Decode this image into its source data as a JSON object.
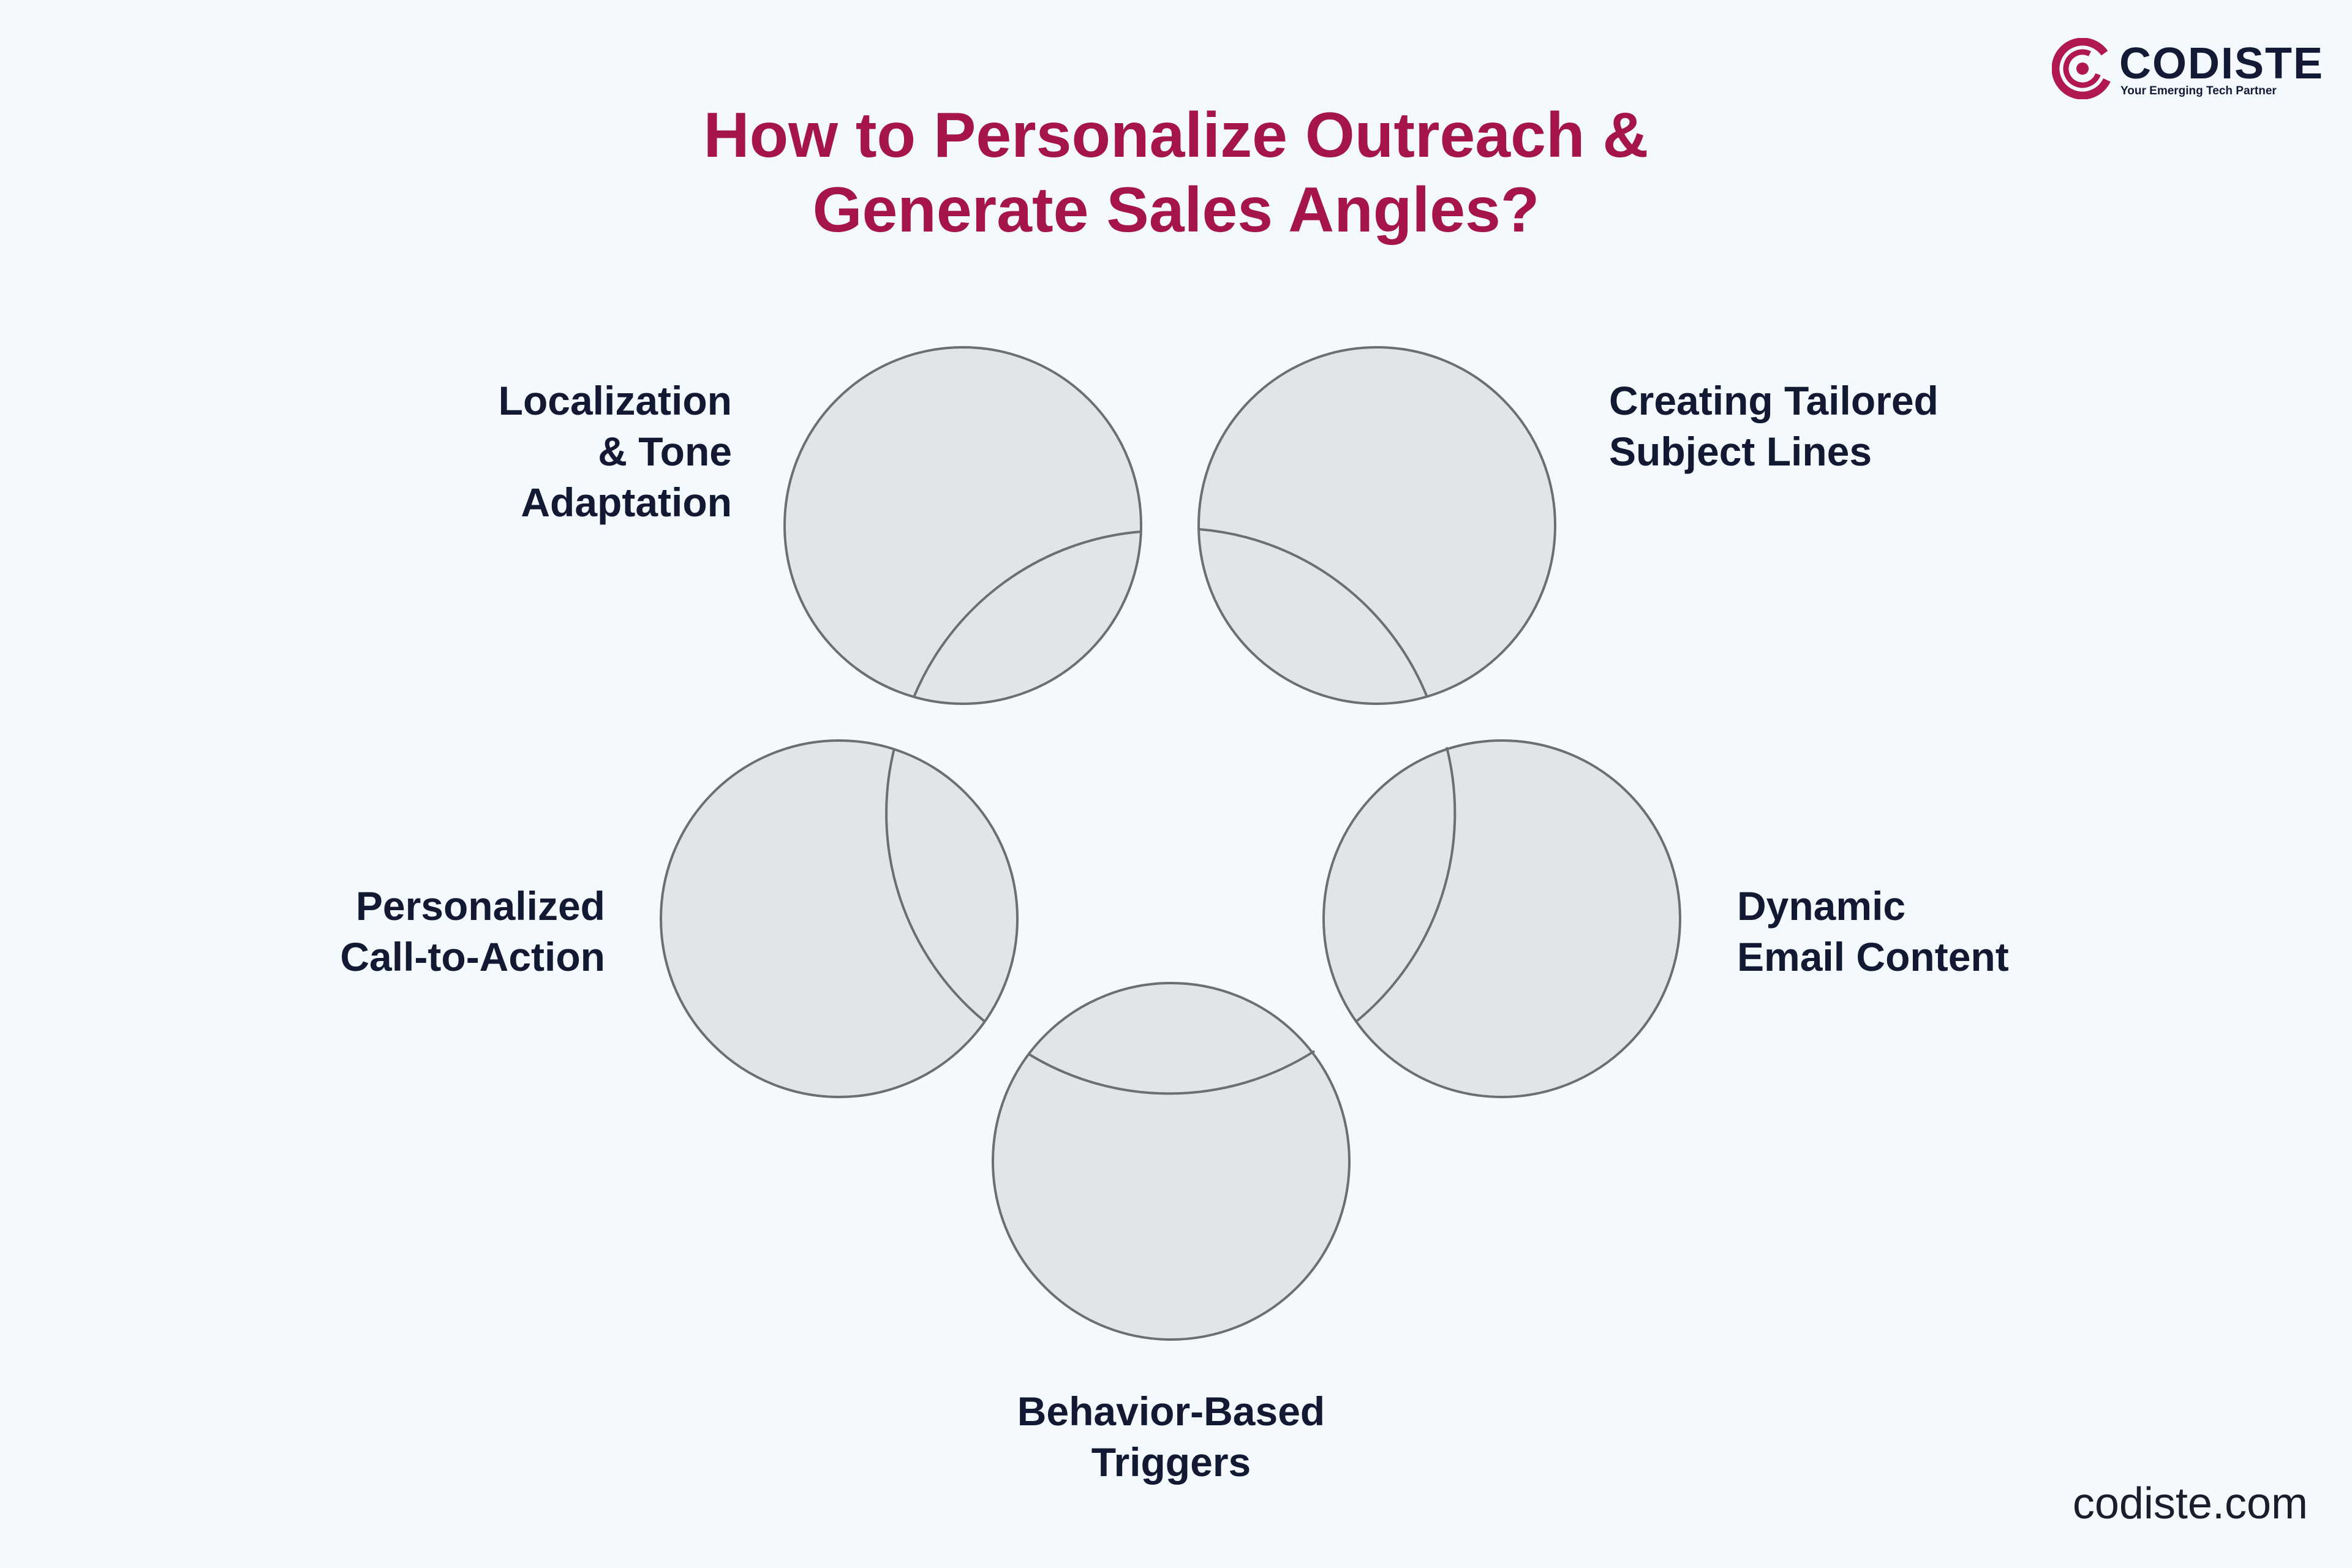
{
  "title": {
    "line1": "How to Personalize Outreach &",
    "line2": "Generate Sales Angles?"
  },
  "logo": {
    "name": "CODISTE",
    "tagline": "Your Emerging Tech Partner"
  },
  "steps": [
    {
      "id": "localization",
      "lines": [
        "Localization",
        "& Tone",
        "Adaptation"
      ]
    },
    {
      "id": "subject-lines",
      "lines": [
        "Creating Tailored",
        "Subject Lines"
      ]
    },
    {
      "id": "dynamic-email",
      "lines": [
        "Dynamic",
        "Email Content"
      ]
    },
    {
      "id": "behavior-triggers",
      "lines": [
        "Behavior-Based",
        "Triggers"
      ]
    },
    {
      "id": "call-to-action",
      "lines": [
        "Personalized",
        "Call-to-Action"
      ]
    }
  ],
  "footer": {
    "site": "codiste.com"
  },
  "colors": {
    "background": "#f3f9fc",
    "title": "#a5154c",
    "label": "#121a33",
    "circle_fill": "#e1e5e8",
    "circle_stroke": "#6a6f74",
    "brand": "#b0184f"
  }
}
